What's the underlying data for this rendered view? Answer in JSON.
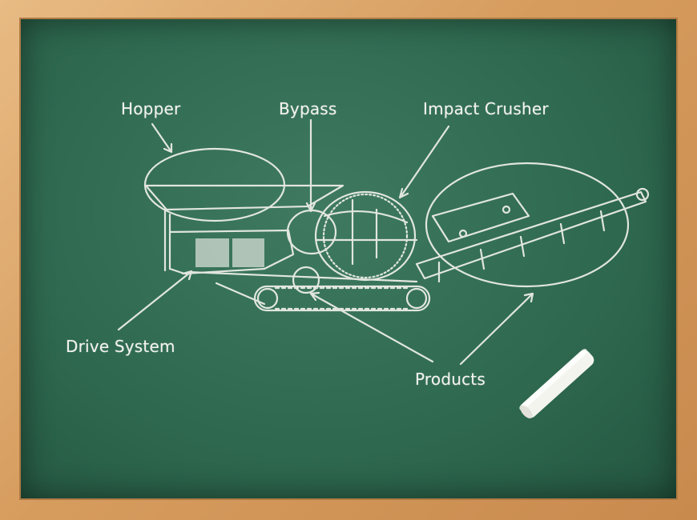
{
  "labels": {
    "hopper": "Hopper",
    "bypass": "Bypass",
    "impact_crusher": "Impact Crusher",
    "drive_system": "Drive System",
    "products": "Products"
  },
  "colors": {
    "board": "#2f6a50",
    "chalk": "#f2f2ee",
    "frame": "#d69c5e"
  }
}
